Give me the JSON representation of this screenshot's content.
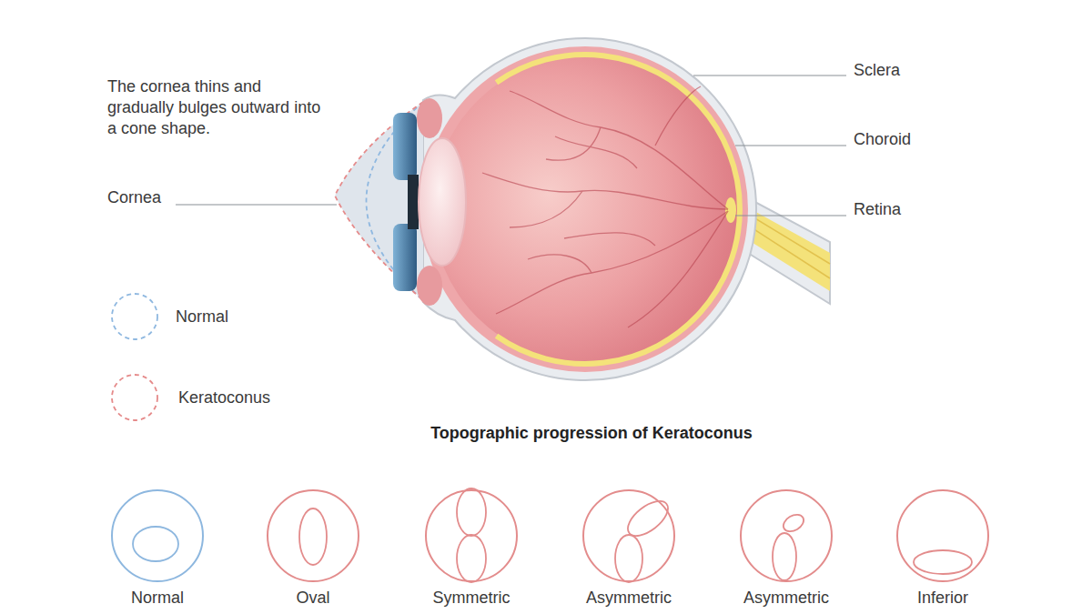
{
  "diagram": {
    "title": "Topographic progression of Keratoconus",
    "nodes": [
      {
        "text": [
          "Normal"
        ]
      },
      {
        "text": [
          "Oval"
        ]
      },
      {
        "text": [
          "Symmetric"
        ]
      },
      {
        "text": [
          "Asymmetric"
        ]
      },
      {
        "text": [
          "Asymmetric"
        ]
      },
      {
        "text": [
          "Inferior"
        ]
      }
    ],
    "labels": [
      "The cornea thins and gradually bulges outward into a cone shape.",
      "Sclera",
      "Choroid",
      "Cornea",
      "Retina"
    ],
    "legend": [
      {
        "text": "Normal"
      },
      {
        "text": "Keratoconus"
      }
    ]
  }
}
